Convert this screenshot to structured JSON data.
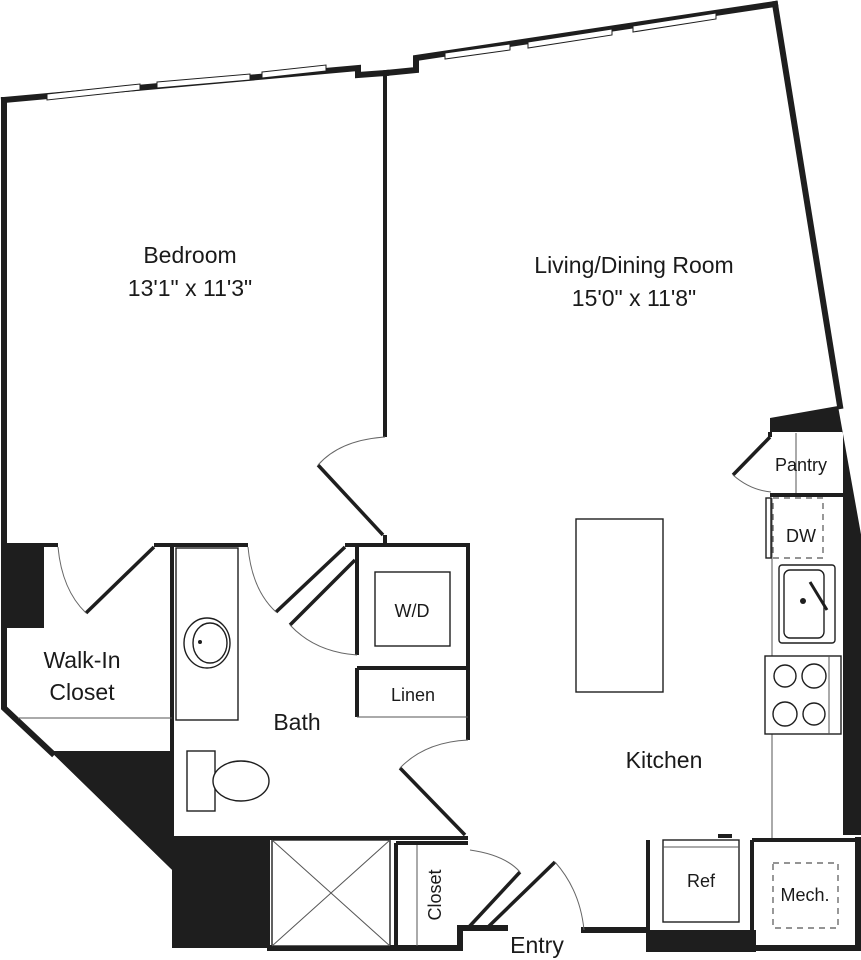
{
  "plan": {
    "rooms": {
      "bedroom": {
        "name": "Bedroom",
        "dims": "13'1\" x 11'3\""
      },
      "living": {
        "name": "Living/Dining Room",
        "dims": "15'0\" x 11'8\""
      },
      "walkin": {
        "line1": "Walk-In",
        "line2": "Closet"
      },
      "bath": {
        "name": "Bath"
      },
      "kitchen": {
        "name": "Kitchen"
      },
      "entry": {
        "name": "Entry"
      },
      "closet": {
        "name": "Closet"
      }
    },
    "fixtures": {
      "wd": "W/D",
      "linen": "Linen",
      "pantry": "Pantry",
      "dw": "DW",
      "ref": "Ref",
      "mech": "Mech."
    },
    "colors": {
      "wall": "#1e1e1e",
      "background": "#ffffff"
    }
  }
}
